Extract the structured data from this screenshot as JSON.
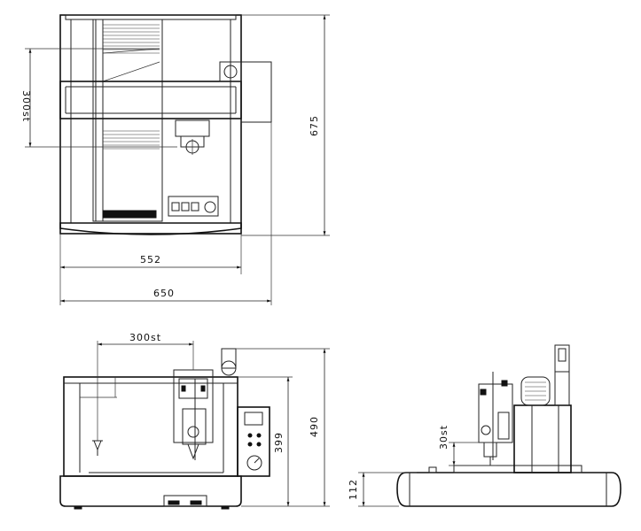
{
  "dimensions": {
    "top_stroke": "300st",
    "top_depth": "675",
    "top_inner_width": "552",
    "top_outer_width": "650",
    "front_stroke": "300st",
    "front_inner_height": "399",
    "front_total_height": "490",
    "side_stroke": "30st",
    "side_base_height": "112"
  }
}
